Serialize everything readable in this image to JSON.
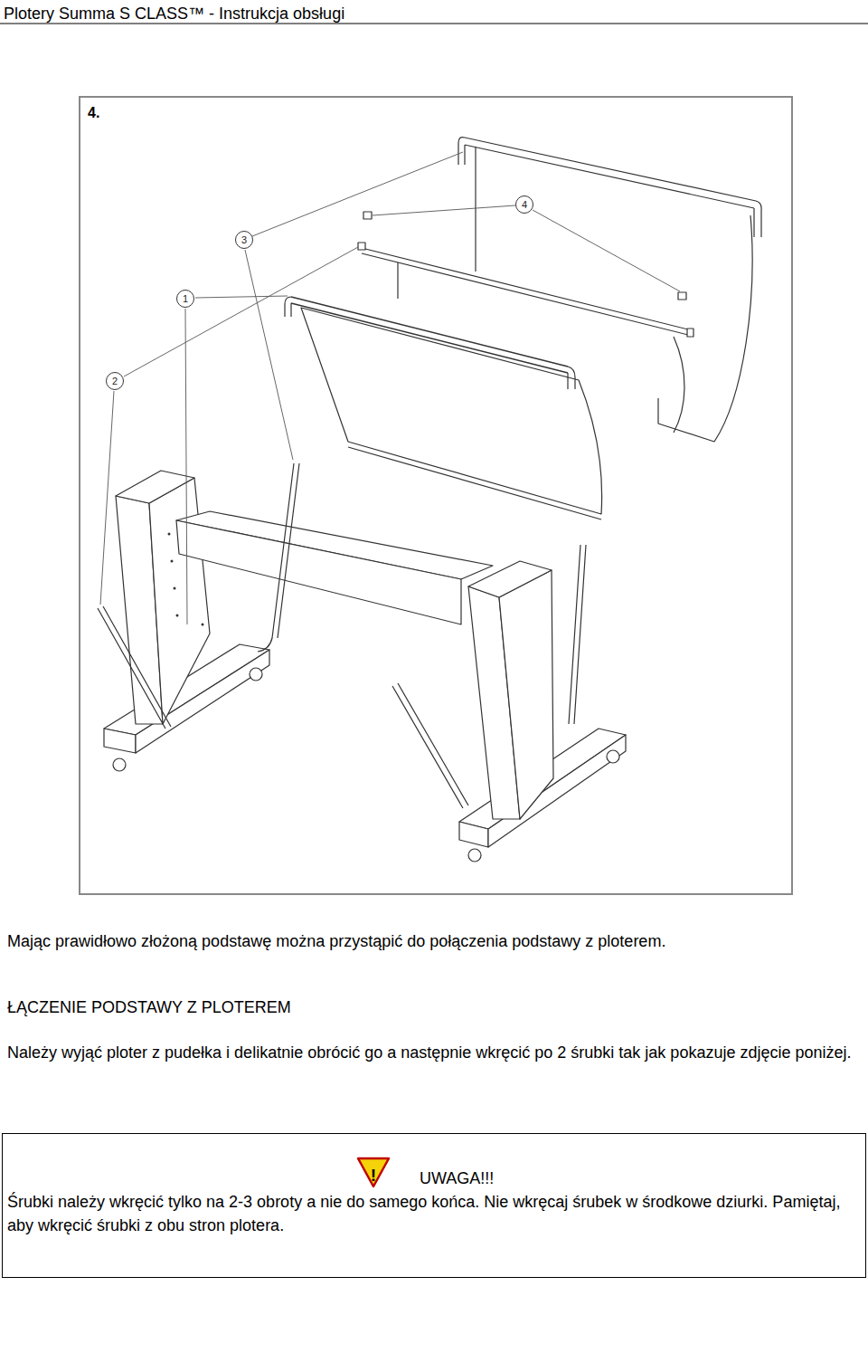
{
  "diagram": {
    "title": "ŁĄCZENIE PODSTAWY Z PLOTEREM",
    "nodes": [
      {
        "text": [
          "4"
        ]
      },
      {
        "text": [
          "3"
        ]
      },
      {
        "text": [
          "1"
        ]
      },
      {
        "text": [
          "2"
        ]
      },
      {
        "text": [
          "UWAGA!!!",
          "Śrubki należy wkręcić tylko na 2-3 obroty a nie do samego końca. Nie wkręcaj śrubek w środkowe dziurki. Pamiętaj, aby wkręcić śrubki z obu stron plotera."
        ]
      },
      {
        "text": [
          "!"
        ],
        "in": 4
      }
    ],
    "labels": [
      "Plotery Summa S CLASS™ - Instrukcja obsługi",
      "4.",
      "Mając prawidłowo złożoną podstawę można przystąpić do połączenia podstawy z ploterem.",
      "Należy wyjąć ploter z pudełka i delikatnie obrócić go a następnie wkręcić po 2 śrubki tak jak pokazuje zdjęcie poniżej."
    ]
  }
}
